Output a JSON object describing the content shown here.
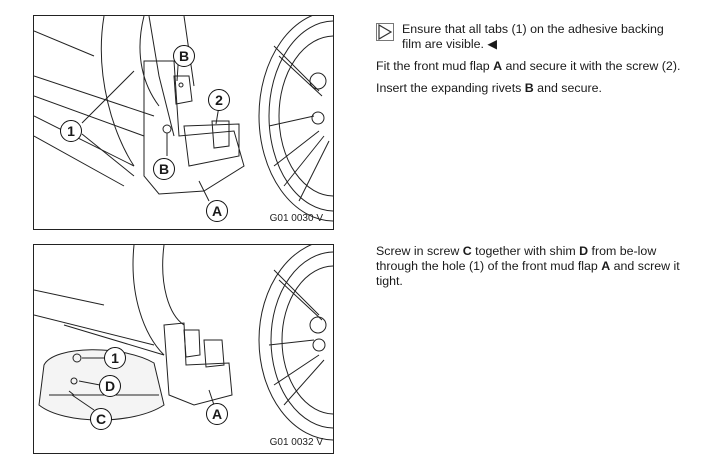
{
  "figure1": {
    "code": "G01 0030 V",
    "callouts": {
      "b_top": "B",
      "two": "2",
      "one": "1",
      "b_bottom": "B",
      "a": "A"
    }
  },
  "figure2": {
    "code": "G01 0032 V",
    "callouts": {
      "one": "1",
      "d": "D",
      "c": "C",
      "a": "A"
    }
  },
  "step1": {
    "note": [
      "Ensure that all tabs (1) on the adhesive backing film are visible.",
      " ◀"
    ],
    "para1": [
      "Fit the front mud flap ",
      "A",
      " and secure it with the screw (2)."
    ],
    "para2": [
      "Insert the expanding rivets ",
      "B",
      " and secure."
    ]
  },
  "step2": {
    "para1": [
      "Screw in screw ",
      "C",
      " together with shim ",
      "D",
      " from be-low through the hole (1) of the front mud flap ",
      "A",
      " and screw it tight."
    ]
  }
}
